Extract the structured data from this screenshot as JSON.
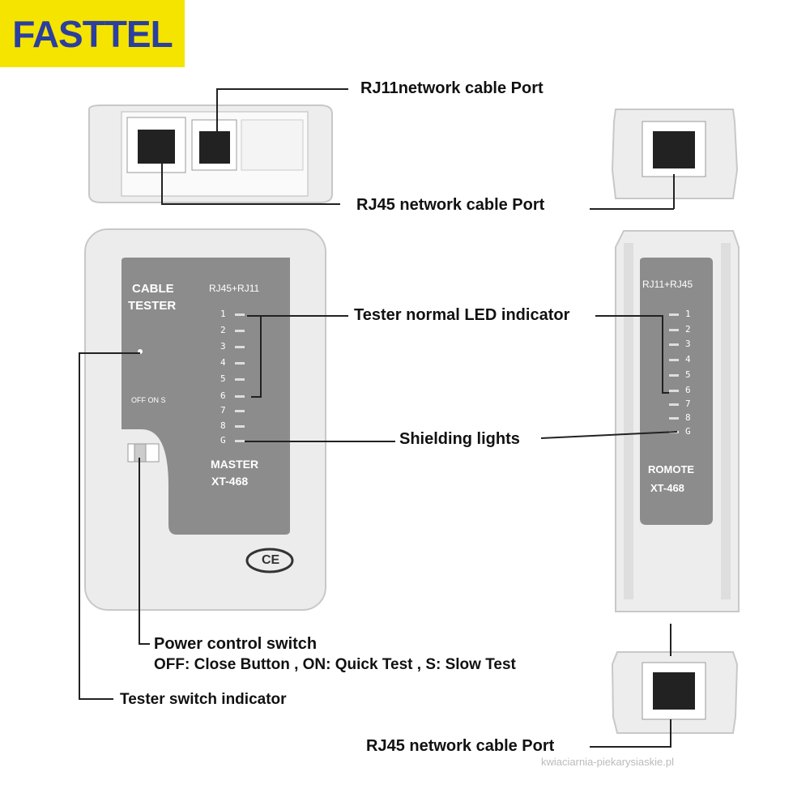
{
  "brand": {
    "logo_text": "FASTTEL",
    "logo_bg": "#f5e400",
    "logo_color": "#2b3f9e"
  },
  "callouts": {
    "rj11_port": "RJ11network cable Port",
    "rj45_port_top": "RJ45 network cable Port",
    "led_indicator": "Tester normal LED indicator",
    "shielding": "Shielding lights",
    "power_switch": "Power control switch",
    "power_modes": "OFF: Close Button , ON: Quick Test , S: Slow Test",
    "switch_indicator": "Tester switch indicator",
    "rj45_port_bottom": "RJ45 network cable Port"
  },
  "master": {
    "title_line1": "CABLE",
    "title_line2": "TESTER",
    "port_label": "RJ45+RJ11",
    "switch_label": "OFF ON S",
    "model_line1": "MASTER",
    "model_line2": "XT-468",
    "ce_mark": "CE",
    "led_numbers": [
      "1",
      "2",
      "3",
      "4",
      "5",
      "6",
      "7",
      "8",
      "G"
    ]
  },
  "remote": {
    "port_label": "RJ11+RJ45",
    "model_line1": "ROMOTE",
    "model_line2": "XT-468",
    "led_numbers": [
      "1",
      "2",
      "3",
      "4",
      "5",
      "6",
      "7",
      "8",
      "G"
    ]
  },
  "watermark": "kwiaciarnia-piekarysiaskie.pl",
  "colors": {
    "body": "#ececec",
    "panel": "#8c8c8c",
    "outline": "#c8c8c8"
  }
}
